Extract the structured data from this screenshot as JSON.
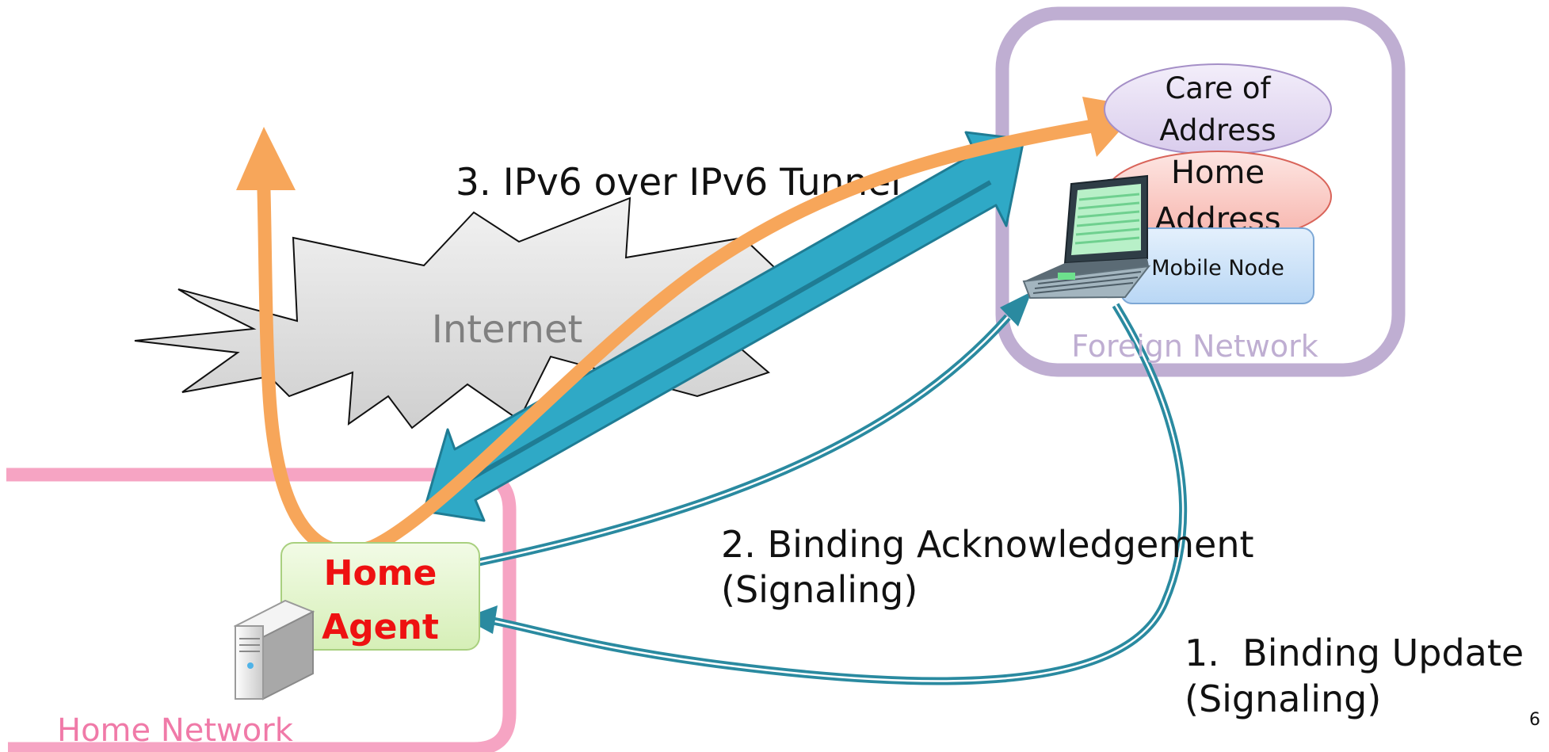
{
  "diagram": {
    "cloud_label": "Internet",
    "tunnel_label": "3. IPv6 over IPv6 Tunnel",
    "foreign_network": {
      "label": "Foreign Network",
      "care_of_address": [
        "Care of",
        "Address"
      ],
      "home_address": [
        "Home",
        "Address"
      ],
      "mobile_node": "Mobile Node"
    },
    "home_network": {
      "label": "Home Network",
      "home_agent": [
        "Home",
        "Agent"
      ]
    },
    "binding_ack": [
      "2. Binding Acknowledgement",
      "(Signaling)"
    ],
    "binding_update": [
      "1.  Binding Update",
      "(Signaling)"
    ],
    "slide_number": "6"
  },
  "colors": {
    "foreign_border": "#bfaed2",
    "home_border": "#f6a4c3",
    "tunnel": "#2fa9c6",
    "orange": "#f7a65a",
    "signal": "#2a8aa0",
    "home_agent_text": "#ee1111"
  }
}
